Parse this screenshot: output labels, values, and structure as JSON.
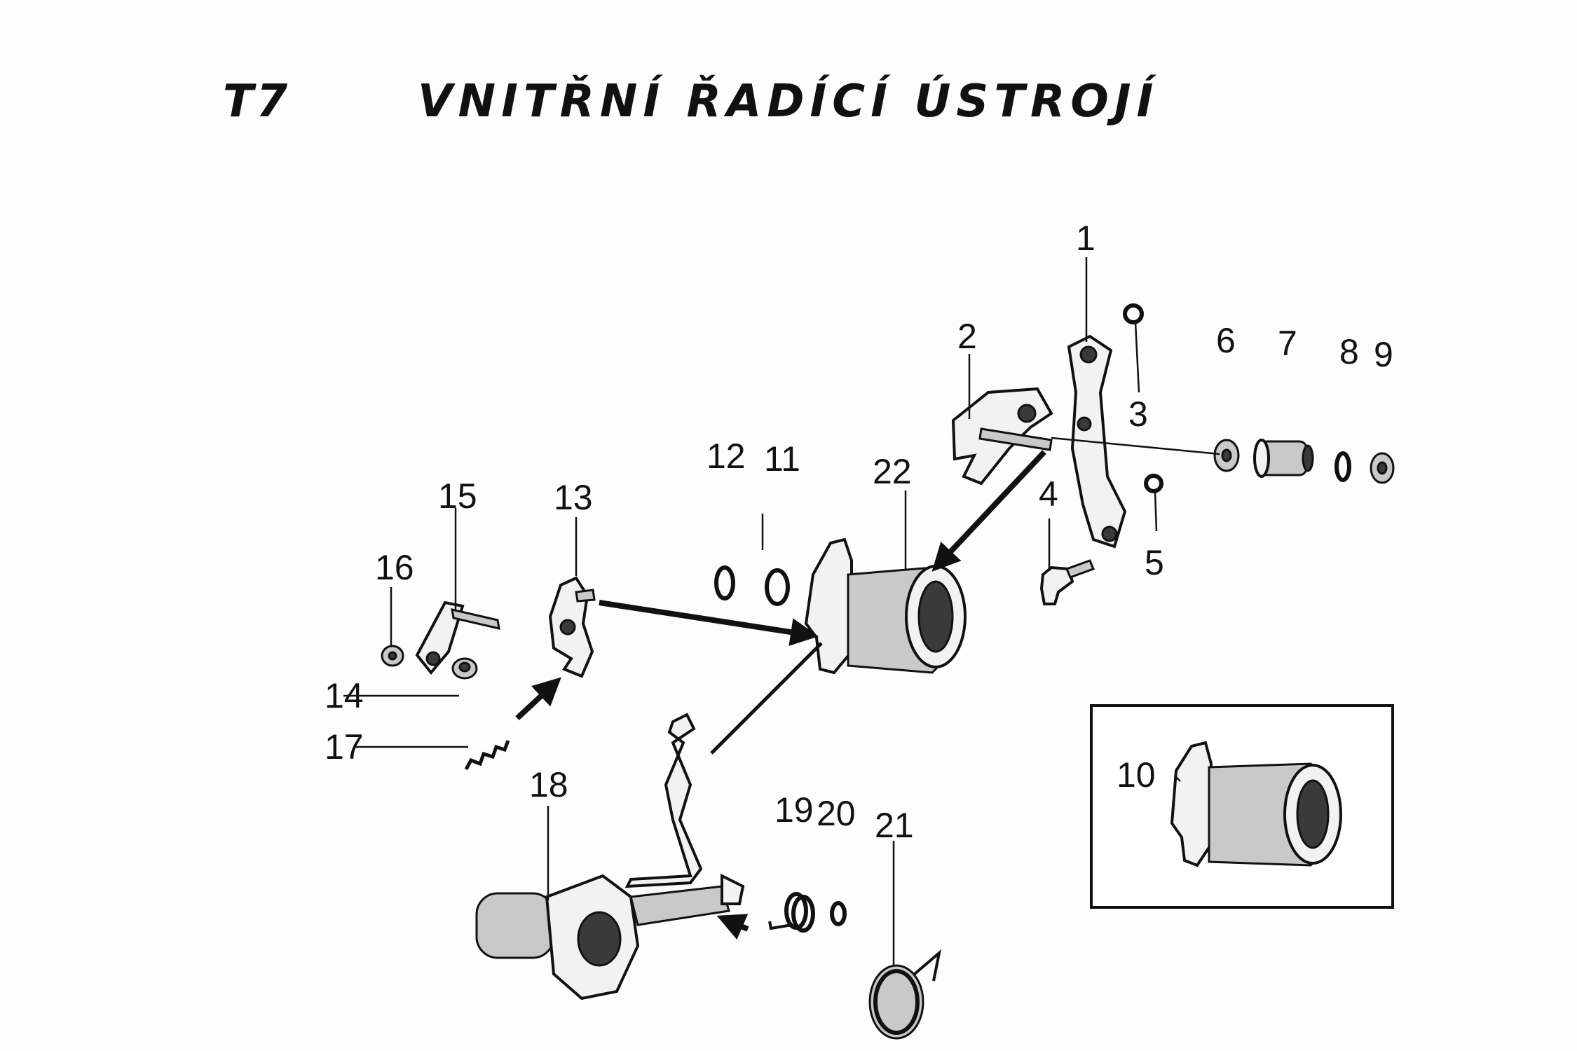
{
  "header": {
    "code": "T7",
    "title": "VNITŘNÍ ŘADÍCÍ ÚSTROJÍ"
  },
  "callouts": {
    "c1": "1",
    "c2": "2",
    "c3": "3",
    "c4": "4",
    "c5": "5",
    "c6": "6",
    "c7": "7",
    "c8": "8",
    "c9": "9",
    "c10": "10",
    "c11": "11",
    "c12": "12",
    "c13": "13",
    "c14": "14",
    "c15": "15",
    "c16": "16",
    "c17": "17",
    "c18": "18",
    "c19": "19",
    "c20": "20",
    "c21": "21",
    "c22": "22"
  }
}
